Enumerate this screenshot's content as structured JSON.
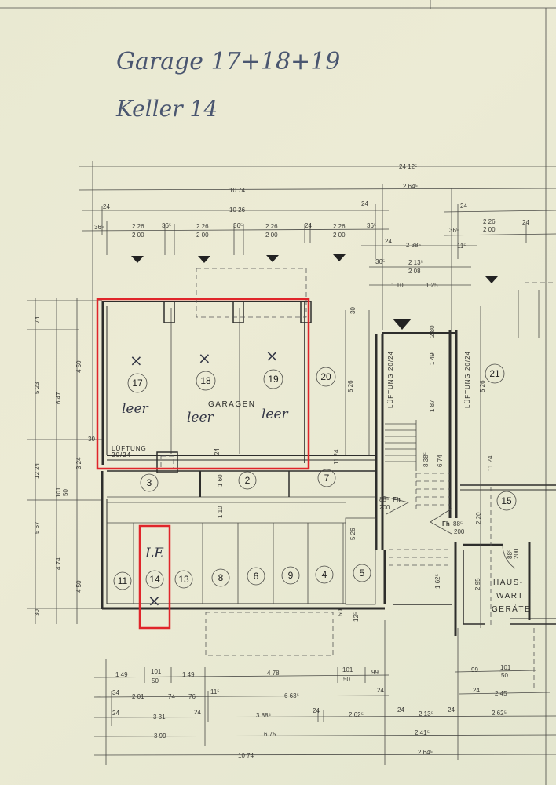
{
  "handwritten": {
    "title": "Garage 17+18+19",
    "keller": "Keller 14",
    "leer": [
      "leer",
      "leer",
      "leer"
    ],
    "le": "LE",
    "mark": "×"
  },
  "highlight_color": "#e0252a",
  "rooms": [
    "17",
    "18",
    "19",
    "20",
    "21",
    "3",
    "2",
    "7",
    "15",
    "11",
    "14",
    "13",
    "8",
    "6",
    "9",
    "4",
    "5"
  ],
  "labels": {
    "garagen": "GARAGEN",
    "lueftung": "LÜFTUNG",
    "lueftung_size": "20/24",
    "lueftung_right_1": "LÜFTUNG 20/24",
    "lueftung_right_2": "LÜFTUNG 20/24",
    "haus": "HAUS-",
    "wart": "WART",
    "geraete": "GERÄTE",
    "fh": "Fh",
    "door_w": "88⁵",
    "door_h": "200"
  },
  "dims": {
    "top": [
      "24 12⁵",
      "10 74",
      "2 64⁵",
      "10 26",
      "24",
      "24",
      "24",
      "36⁵",
      "2 26",
      "2 00",
      "36⁵",
      "2 26",
      "2 00",
      "36⁵",
      "2 26",
      "2 00",
      "24",
      "2 26",
      "2 00",
      "36⁵",
      "36⁵",
      "2 26",
      "2 00",
      "24",
      "2 38⁵",
      "24",
      "11⁵",
      "2 13⁵",
      "2 08",
      "1 10",
      "1 25",
      "36⁵"
    ],
    "bottom": [
      "1 49",
      "101",
      "50",
      "1 49",
      "4 78",
      "101",
      "50",
      "99",
      "99",
      "101",
      "50",
      "34",
      "2 01",
      "74",
      "76",
      "11⁵",
      "6 63⁵",
      "24",
      "24",
      "2 45",
      "24",
      "3 31",
      "24",
      "3 88⁵",
      "24",
      "2 62⁵",
      "24",
      "2 13⁵",
      "24",
      "2 62⁵",
      "3 99",
      "6 75",
      "2 41⁵",
      "10 74",
      "2 64⁵"
    ],
    "left": [
      "74",
      "5 23",
      "6 47",
      "4 50",
      "3 24",
      "12 24",
      "101",
      "50",
      "5 67",
      "4 74",
      "4 50",
      "30",
      "30"
    ],
    "inner": [
      "11 24",
      "5 26",
      "5 26",
      "11 24",
      "5 26",
      "2 80",
      "1 49",
      "1 87",
      "8 38⁵",
      "6 74",
      "2 20",
      "2 95",
      "1 62⁵",
      "30",
      "50",
      "12⁵",
      "24",
      "1 10",
      "1 60"
    ]
  }
}
